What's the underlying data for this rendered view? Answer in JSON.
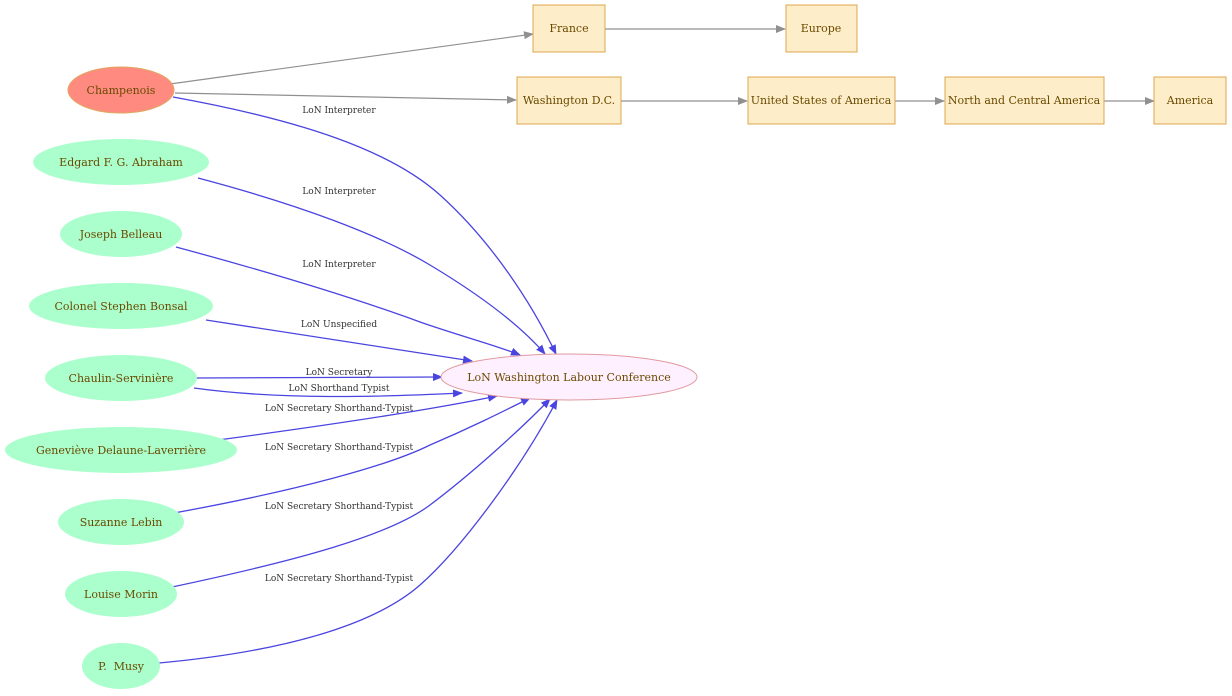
{
  "colors": {
    "person_fill": "#aaffcc",
    "focus_person_fill": "#ff8a80",
    "event_fill": "#fff0ff",
    "event_stroke": "#e09aa0",
    "place_fill": "#fdedc8",
    "place_stroke": "#e0a550",
    "role_edge": "#4a44e0",
    "place_edge": "#909090",
    "label_text": "#6b4a00"
  },
  "nodes": {
    "champenois": "Champenois",
    "abraham": "Edgard F. G. Abraham",
    "belleau": "Joseph Belleau",
    "bonsal": "Colonel Stephen Bonsal",
    "chaulin": "Chaulin-Servinière",
    "delaune": "Geneviève Delaune-Laverrière",
    "lebin": "Suzanne Lebin",
    "morin": "Louise Morin",
    "musy": "P.  Musy",
    "conference": "LoN Washington Labour Conference",
    "france": "France",
    "europe": "Europe",
    "washington": "Washington D.C.",
    "usa": "United States of America",
    "nca": "North and Central America",
    "america": "America"
  },
  "edges": {
    "champenois": "LoN Interpreter",
    "abraham": "LoN Interpreter",
    "belleau": "LoN Interpreter",
    "bonsal": "LoN Unspecified",
    "chaulin_1": "LoN Secretary",
    "chaulin_2": "LoN Shorthand Typist",
    "delaune": "LoN Secretary Shorthand-Typist",
    "lebin": "LoN Secretary Shorthand-Typist",
    "morin": "LoN Secretary Shorthand-Typist",
    "musy": "LoN Secretary Shorthand-Typist"
  }
}
